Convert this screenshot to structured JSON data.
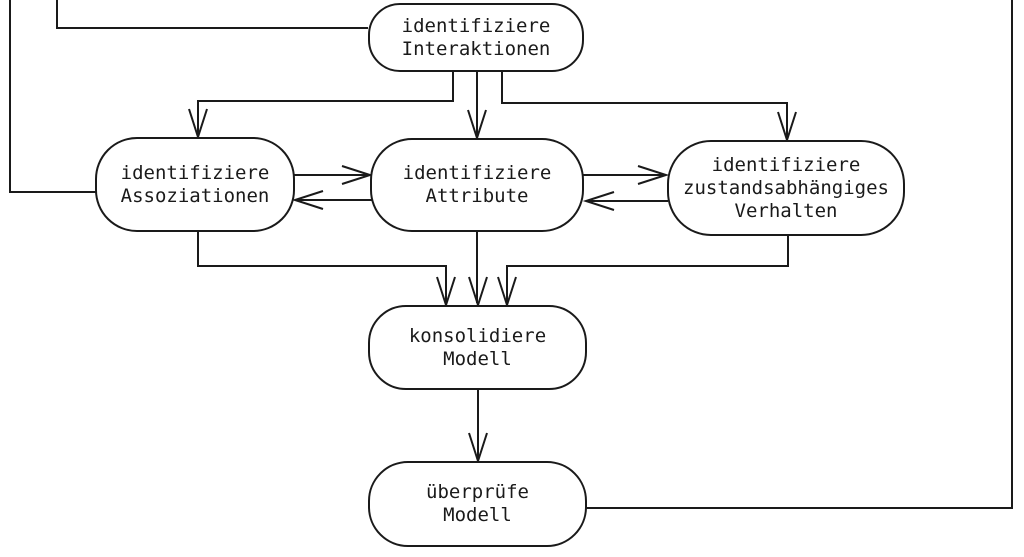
{
  "diagram": {
    "kind": "flowchart",
    "language": "de",
    "colors": {
      "background": "#ffffff",
      "stroke": "#1a1a1a",
      "text": "#1a1a1a"
    },
    "nodes": [
      {
        "id": "identifiziere-interaktionen",
        "lines": [
          "identifiziere",
          "Interaktionen"
        ]
      },
      {
        "id": "identifiziere-assoziationen",
        "lines": [
          "identifiziere",
          "Assoziationen"
        ]
      },
      {
        "id": "identifiziere-attribute",
        "lines": [
          "identifiziere",
          "Attribute"
        ]
      },
      {
        "id": "identifiziere-zustandsabhaengiges-verhalten",
        "lines": [
          "identifiziere",
          "zustandsabhängiges",
          "Verhalten"
        ]
      },
      {
        "id": "konsolidiere-modell",
        "lines": [
          "konsolidiere",
          "Modell"
        ]
      },
      {
        "id": "ueberpruefe-modell",
        "lines": [
          "überprüfe",
          "Modell"
        ]
      }
    ],
    "edges": [
      {
        "name": "offscreen-top-into-interaktionen",
        "from": "offscreen-top",
        "to": "identifiziere-interaktionen",
        "arrowhead": false
      },
      {
        "name": "offscreen-top-into-assoziationen",
        "from": "offscreen-top",
        "to": "identifiziere-assoziationen",
        "arrowhead": false
      },
      {
        "name": "interaktionen-to-assoziationen",
        "from": "identifiziere-interaktionen",
        "to": "identifiziere-assoziationen",
        "arrowhead": true
      },
      {
        "name": "interaktionen-to-attribute",
        "from": "identifiziere-interaktionen",
        "to": "identifiziere-attribute",
        "arrowhead": true
      },
      {
        "name": "interaktionen-to-verhalten",
        "from": "identifiziere-interaktionen",
        "to": "identifiziere-zustandsabhaengiges-verhalten",
        "arrowhead": true
      },
      {
        "name": "assoziationen-to-attribute",
        "from": "identifiziere-assoziationen",
        "to": "identifiziere-attribute",
        "arrowhead": true
      },
      {
        "name": "attribute-to-assoziationen",
        "from": "identifiziere-attribute",
        "to": "identifiziere-assoziationen",
        "arrowhead": true
      },
      {
        "name": "attribute-to-verhalten",
        "from": "identifiziere-attribute",
        "to": "identifiziere-zustandsabhaengiges-verhalten",
        "arrowhead": true
      },
      {
        "name": "verhalten-to-attribute",
        "from": "identifiziere-zustandsabhaengiges-verhalten",
        "to": "identifiziere-attribute",
        "arrowhead": true
      },
      {
        "name": "assoziationen-to-konsolidiere",
        "from": "identifiziere-assoziationen",
        "to": "konsolidiere-modell",
        "arrowhead": true
      },
      {
        "name": "attribute-to-konsolidiere",
        "from": "identifiziere-attribute",
        "to": "konsolidiere-modell",
        "arrowhead": true
      },
      {
        "name": "verhalten-to-konsolidiere",
        "from": "identifiziere-zustandsabhaengiges-verhalten",
        "to": "konsolidiere-modell",
        "arrowhead": true
      },
      {
        "name": "konsolidiere-to-ueberpruefe",
        "from": "konsolidiere-modell",
        "to": "ueberpruefe-modell",
        "arrowhead": true
      },
      {
        "name": "ueberpruefe-to-offscreen-top-right",
        "from": "ueberpruefe-modell",
        "to": "offscreen-top",
        "arrowhead": false
      }
    ]
  }
}
